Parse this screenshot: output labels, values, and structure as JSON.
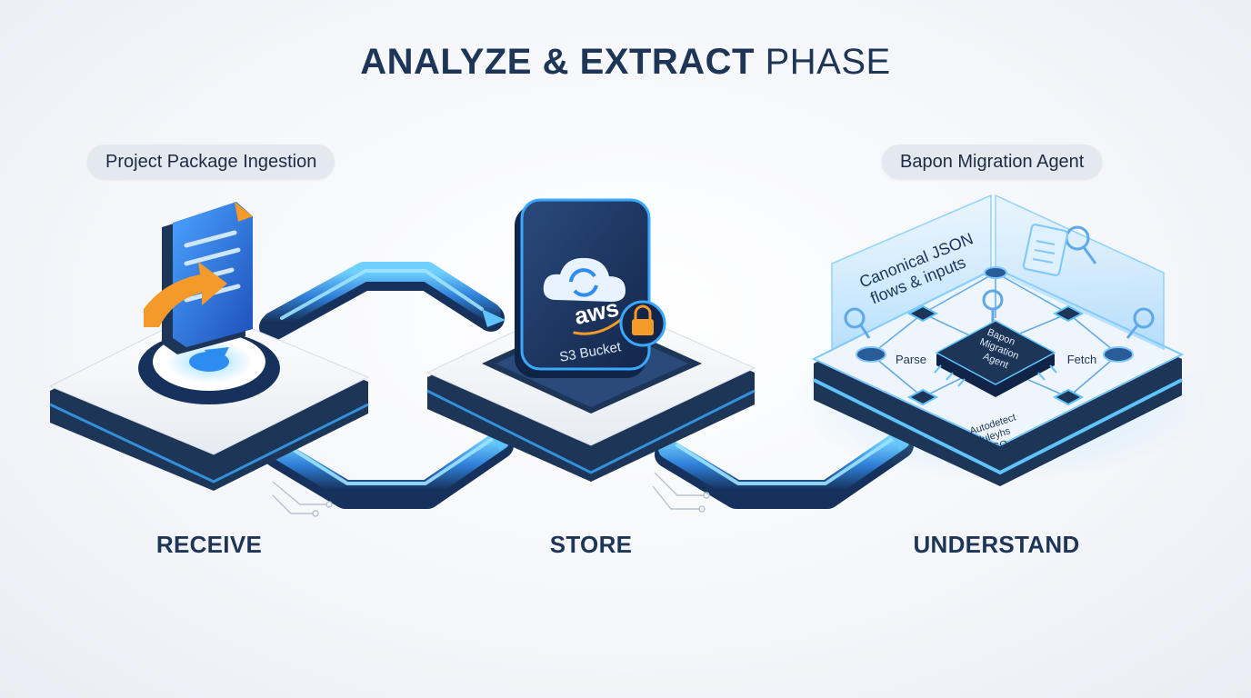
{
  "title": {
    "bold": "ANALYZE & EXTRACT",
    "light": "PHASE"
  },
  "left_tag": "Project Package Ingestion",
  "right_tag": "Bapon Migration Agent",
  "stages": [
    {
      "label": "RECEIVE"
    },
    {
      "label": "STORE"
    },
    {
      "label": "UNDERSTAND"
    }
  ],
  "storage": {
    "brand": "aws",
    "name": "S3 Bucket"
  },
  "agent": {
    "chip_line1": "Bapon",
    "chip_line2": "Migration",
    "chip_line3": "Agent",
    "caption_line1": "Canonical JSON",
    "caption_line2": "flows & inputs",
    "left_action": "Parse",
    "right_action": "Fetch",
    "note_line1": "Autodetect",
    "note_line2": "Nuleyhs",
    "note_line3": "TIBCO"
  },
  "colors": {
    "navy": "#1d3557",
    "accent_blue": "#2d8cf0",
    "glow": "#5fc3ff",
    "orange": "#f39a2b"
  }
}
